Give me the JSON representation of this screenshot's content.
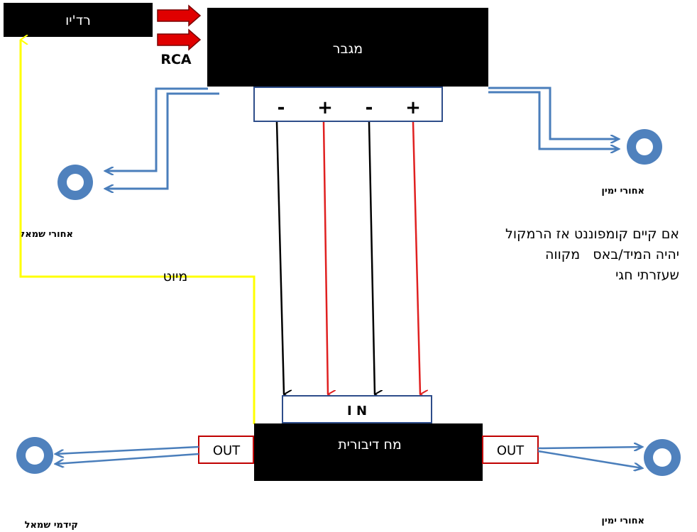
{
  "colors": {
    "blue_wire": "#4a7ebb",
    "speaker": "#4f81bd",
    "speaker_center": "#ffffff",
    "yellow_wire": "#ffff00",
    "red_wire": "#e02020",
    "black_wire": "#000000",
    "rca_arrow": "#e00000",
    "terminal_border": "#2e4d8a",
    "out_border": "#c00000"
  },
  "radio": {
    "label": "רד'יו"
  },
  "amplifier": {
    "label": "מגבר"
  },
  "rca": {
    "label": "RCA"
  },
  "terminals": [
    "-",
    "+",
    "-",
    "+"
  ],
  "speakers": {
    "rear_left": "אחורי שמאל",
    "rear_right_top": "אחורי ימין",
    "front_left": "קידמי שמאל",
    "rear_right_bottom": "אחורי ימין"
  },
  "trigger": {
    "label": "מיוט"
  },
  "processor": {
    "label": "מח דיבורית",
    "in_label": "I N",
    "out_left": "OUT",
    "out_right": "OUT"
  },
  "note": {
    "lines": [
      "אם קיים קומפוננט אז הרמקול",
      "יהיה המיד/באס   מקווה",
      "שעזרתי חגי"
    ]
  }
}
